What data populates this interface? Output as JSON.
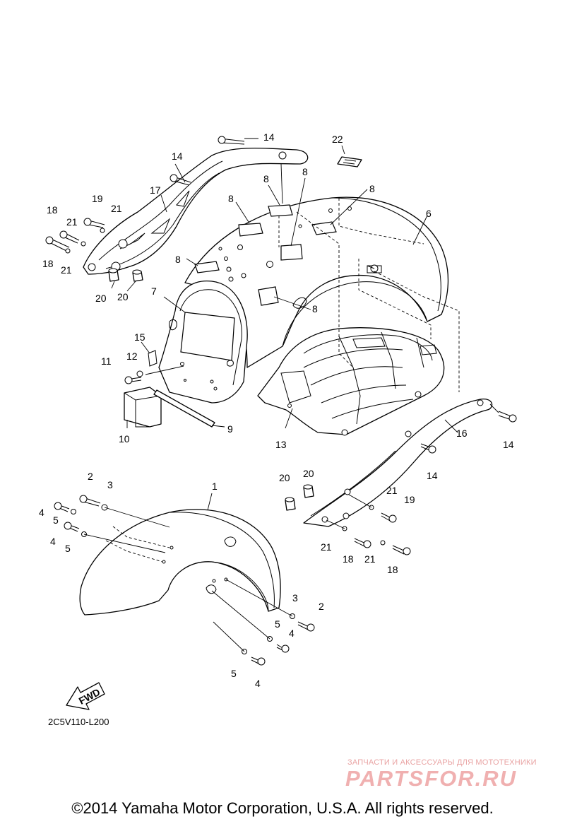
{
  "diagram": {
    "callouts": [
      {
        "id": "c14a",
        "label": "14"
      },
      {
        "id": "c14b",
        "label": "14"
      },
      {
        "id": "c22",
        "label": "22"
      },
      {
        "id": "c8a",
        "label": "8"
      },
      {
        "id": "c8b",
        "label": "8"
      },
      {
        "id": "c8c",
        "label": "8"
      },
      {
        "id": "c8d",
        "label": "8"
      },
      {
        "id": "c8e",
        "label": "8"
      },
      {
        "id": "c8f",
        "label": "8"
      },
      {
        "id": "c17",
        "label": "17"
      },
      {
        "id": "c19a",
        "label": "19"
      },
      {
        "id": "c18a",
        "label": "18"
      },
      {
        "id": "c21a",
        "label": "21"
      },
      {
        "id": "c21b",
        "label": "21"
      },
      {
        "id": "c18b",
        "label": "18"
      },
      {
        "id": "c21c",
        "label": "21"
      },
      {
        "id": "c6",
        "label": "6"
      },
      {
        "id": "c20a",
        "label": "20"
      },
      {
        "id": "c20b",
        "label": "20"
      },
      {
        "id": "c7",
        "label": "7"
      },
      {
        "id": "c15",
        "label": "15"
      },
      {
        "id": "c12",
        "label": "12"
      },
      {
        "id": "c11",
        "label": "11"
      },
      {
        "id": "c9",
        "label": "9"
      },
      {
        "id": "c10",
        "label": "10"
      },
      {
        "id": "c13",
        "label": "13"
      },
      {
        "id": "c16",
        "label": "16"
      },
      {
        "id": "c14c",
        "label": "14"
      },
      {
        "id": "c14d",
        "label": "14"
      },
      {
        "id": "c2a",
        "label": "2"
      },
      {
        "id": "c3a",
        "label": "3"
      },
      {
        "id": "c1",
        "label": "1"
      },
      {
        "id": "c4a",
        "label": "4"
      },
      {
        "id": "c5a",
        "label": "5"
      },
      {
        "id": "c4b",
        "label": "4"
      },
      {
        "id": "c5b",
        "label": "5"
      },
      {
        "id": "c20c",
        "label": "20"
      },
      {
        "id": "c20d",
        "label": "20"
      },
      {
        "id": "c21d",
        "label": "21"
      },
      {
        "id": "c19b",
        "label": "19"
      },
      {
        "id": "c21e",
        "label": "21"
      },
      {
        "id": "c18c",
        "label": "18"
      },
      {
        "id": "c21f",
        "label": "21"
      },
      {
        "id": "c18d",
        "label": "18"
      },
      {
        "id": "c3b",
        "label": "3"
      },
      {
        "id": "c2b",
        "label": "2"
      },
      {
        "id": "c5c",
        "label": "5"
      },
      {
        "id": "c4c",
        "label": "4"
      },
      {
        "id": "c5d",
        "label": "5"
      },
      {
        "id": "c4d",
        "label": "4"
      }
    ],
    "fwd_label": "FWD",
    "drawing_code": "2C5V110-L200"
  },
  "watermark": {
    "tagline": "ЗАПЧАСТИ И АКСЕССУАРЫ ДЛЯ МОТОТЕХНИКИ",
    "logo_text": "PARTSFOR.RU"
  },
  "copyright": "©2014 Yamaha Motor Corporation, U.S.A. All rights reserved."
}
